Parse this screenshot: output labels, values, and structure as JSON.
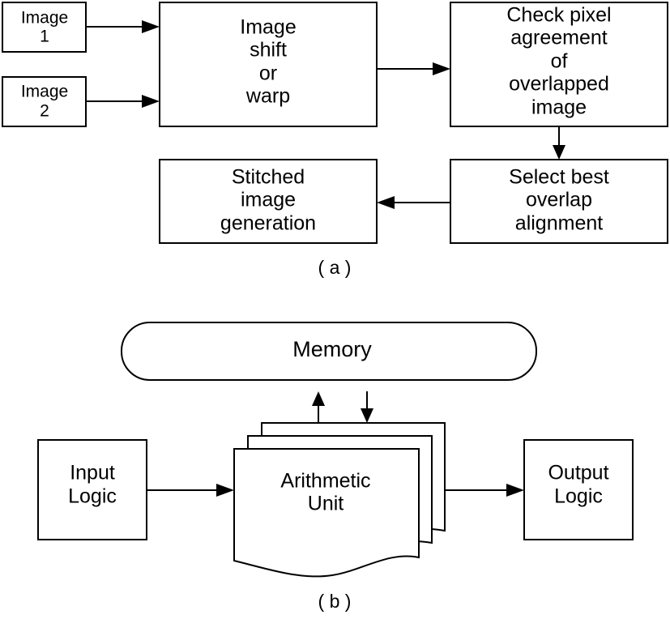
{
  "diagram_a": {
    "image1": [
      "Image",
      "1"
    ],
    "image2": [
      "Image",
      "2"
    ],
    "shift_warp": [
      "Image",
      "shift",
      "or",
      "warp"
    ],
    "check_pixel": [
      "Check pixel",
      "agreement",
      "of",
      "overlapped",
      "image"
    ],
    "select_best": [
      "Select best",
      "overlap",
      "alignment"
    ],
    "stitched": [
      "Stitched",
      "image",
      "generation"
    ],
    "caption": "( a )"
  },
  "diagram_b": {
    "memory": [
      "Memory"
    ],
    "input_logic": [
      "Input",
      "Logic"
    ],
    "arithmetic_unit": [
      "Arithmetic",
      "Unit"
    ],
    "output_logic": [
      "Output",
      "Logic"
    ],
    "caption": "( b )"
  }
}
